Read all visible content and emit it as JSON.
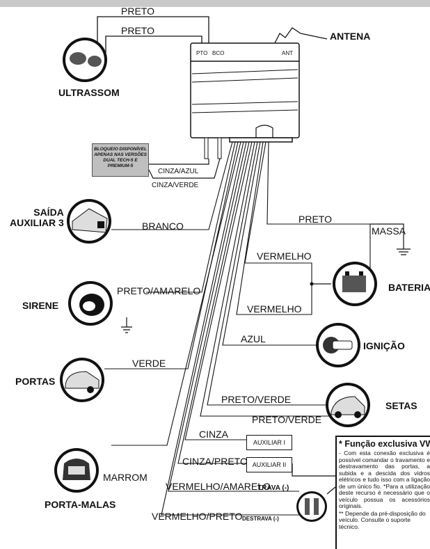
{
  "module": {
    "pto": "PTO",
    "bco": "BCO",
    "ant": "ANT"
  },
  "wires": {
    "preto_top1": "PRETO",
    "preto_top2": "PRETO",
    "antena": "ANTENA",
    "cinza_azul": "CINZA/AZUL",
    "cinza_verde": "CINZA/VERDE",
    "branco": "BRANCO",
    "preto_massa": "PRETO",
    "massa": "MASSA",
    "vermelho1": "VERMELHO",
    "vermelho2": "VERMELHO",
    "preto_amarelo": "PRETO/AMARELO",
    "azul": "AZUL",
    "verde": "VERDE",
    "preto_verde1": "PRETO/VERDE",
    "preto_verde2": "PRETO/VERDE",
    "cinza": "CINZA",
    "cinza_preto": "CINZA/PRETO",
    "marrom": "MARROM",
    "vermelho_amarelo": "VERMELHO/AMARELO",
    "trava": "TRAVA (-)",
    "vermelho_preto": "VERMELHO/PRETO",
    "destrava": "DESTRAVA (-)"
  },
  "devices": {
    "ultrassom": "ULTRASSOM",
    "saida_line1": "SAÍDA",
    "saida_line2": "AUXILIAR 3",
    "sirene": "SIRENE",
    "portas": "PORTAS",
    "porta_malas": "PORTA-MALAS",
    "bateria": "BATERIA",
    "ignicao": "IGNIÇÃO",
    "setas": "SETAS"
  },
  "aux": {
    "aux1": "AUXILIAR I",
    "aux2": "AUXILIAR II"
  },
  "note_block": "BLOQUEIO DISPONÍVEL APENAS NAS VERSÕES DUAL TECH-5 E PREMIUM-5",
  "vw": {
    "title": "* Função exclusiva VW",
    "body": "- Com esta conexão exclusiva é possível comandar o travamento e destravamento das portas, a subida e a descida dos vidros elétricos e tudo isso com a ligação de um único fio. *Para a utilização deste recurso é necessário que o veículo possua os acessórios originais.",
    "foot": "** Depende da pré-disposição do veículo. Consulte o suporte técnico."
  }
}
